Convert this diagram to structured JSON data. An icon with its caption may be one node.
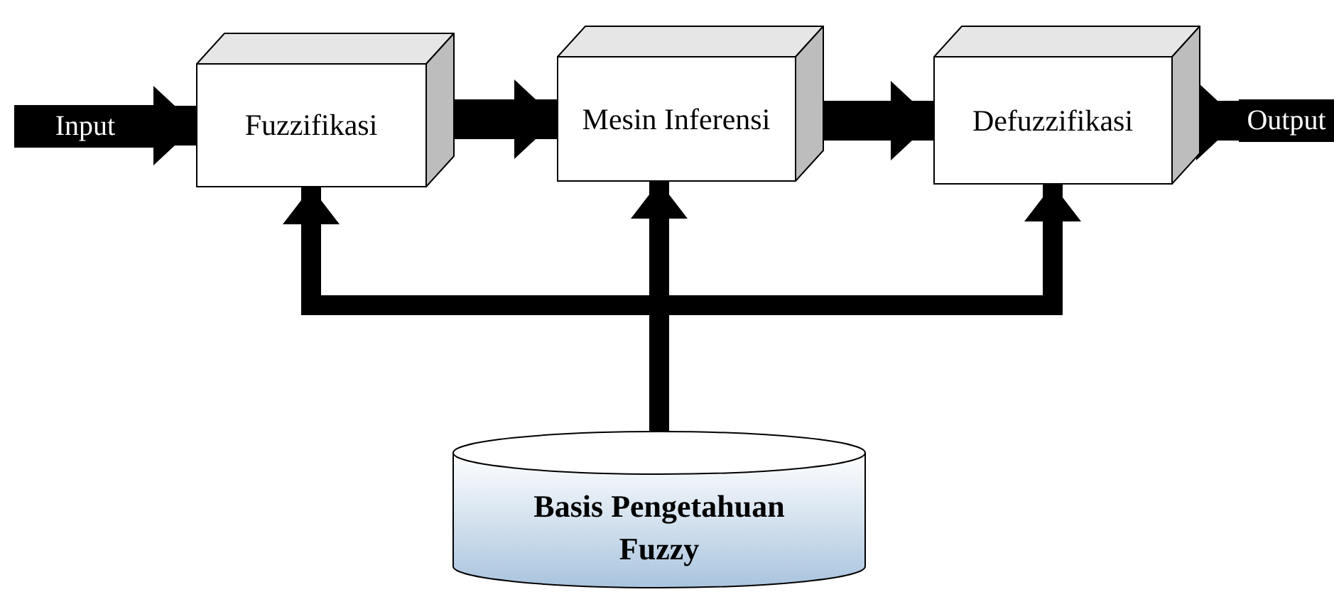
{
  "diagram": {
    "nodes": [
      {
        "text": [
          "Input"
        ]
      },
      {
        "text": [
          "Fuzzifikasi"
        ]
      },
      {
        "text": [
          "Mesin Inferensi"
        ]
      },
      {
        "text": [
          "Defuzzifikasi"
        ]
      },
      {
        "text": [
          "Output"
        ]
      },
      {
        "text": [
          "Basis Pengetahuan Fuzzy"
        ]
      }
    ],
    "edges": [
      {
        "from": 0,
        "to": 1,
        "arrow": "to"
      },
      {
        "from": 1,
        "to": 2,
        "arrow": "to"
      },
      {
        "from": 2,
        "to": 3,
        "arrow": "to"
      },
      {
        "from": 3,
        "to": 4,
        "arrow": "to"
      },
      {
        "from": 5,
        "to": 1,
        "arrow": "to"
      },
      {
        "from": 5,
        "to": 2,
        "arrow": "to"
      },
      {
        "from": 5,
        "to": 3,
        "arrow": "to"
      }
    ]
  }
}
